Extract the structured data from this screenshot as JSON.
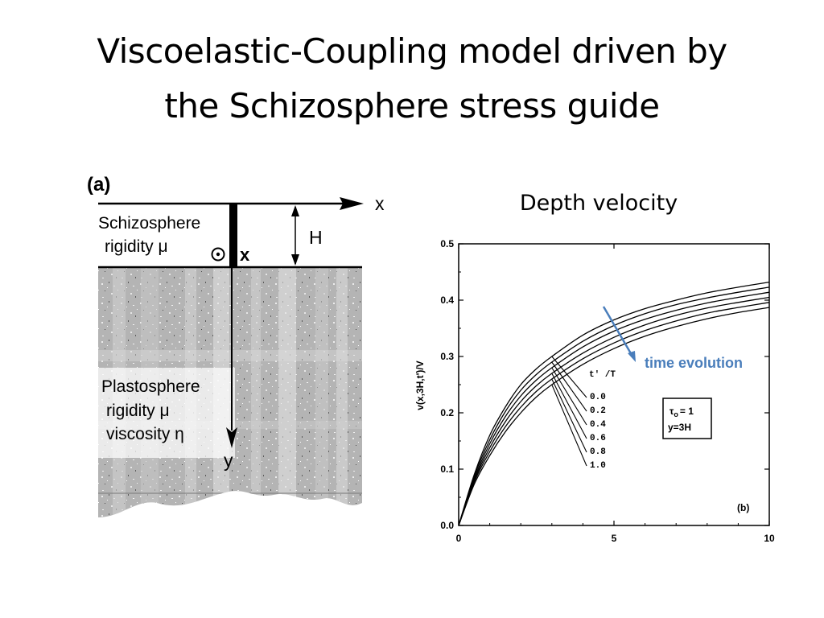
{
  "title": {
    "line1": "Viscoelastic-Coupling model driven by",
    "line2": "the Schizosphere stress guide"
  },
  "figure_a": {
    "panel_label": "(a)",
    "x_axis": "x",
    "y_axis": "y",
    "thickness_label": "H",
    "out_of_plane_label": "x",
    "schizosphere": {
      "name": "Schizosphere",
      "property": "rigidity μ"
    },
    "plastosphere": {
      "name": "Plastosphere",
      "properties": [
        "rigidity μ",
        "viscosity η"
      ]
    }
  },
  "chart_data": {
    "type": "line",
    "title": "Depth velocity",
    "ylabel": "v(x,3H,t')/V",
    "xlabel": "",
    "xlim": [
      0,
      10
    ],
    "ylim": [
      0,
      0.5
    ],
    "x_ticks": [
      "0",
      "5",
      "10"
    ],
    "y_ticks": [
      "0.0",
      "0.1",
      "0.2",
      "0.3",
      "0.4",
      "0.5"
    ],
    "grid": false,
    "legend_title": "t' /T",
    "x": [
      0,
      0.5,
      1,
      1.5,
      2,
      2.5,
      3,
      4,
      5,
      6,
      7,
      8,
      9,
      10
    ],
    "series": [
      {
        "name": "0.0",
        "values": [
          0,
          0.09,
          0.16,
          0.21,
          0.25,
          0.278,
          0.3,
          0.338,
          0.365,
          0.385,
          0.4,
          0.413,
          0.423,
          0.432
        ]
      },
      {
        "name": "0.2",
        "values": [
          0,
          0.087,
          0.152,
          0.202,
          0.24,
          0.268,
          0.29,
          0.327,
          0.355,
          0.376,
          0.392,
          0.404,
          0.414,
          0.423
        ]
      },
      {
        "name": "0.4",
        "values": [
          0,
          0.083,
          0.145,
          0.193,
          0.23,
          0.258,
          0.28,
          0.317,
          0.345,
          0.366,
          0.382,
          0.395,
          0.405,
          0.414
        ]
      },
      {
        "name": "0.6",
        "values": [
          0,
          0.08,
          0.138,
          0.184,
          0.22,
          0.248,
          0.27,
          0.306,
          0.334,
          0.356,
          0.373,
          0.386,
          0.396,
          0.405
        ]
      },
      {
        "name": "0.8",
        "values": [
          0,
          0.077,
          0.131,
          0.175,
          0.21,
          0.238,
          0.26,
          0.296,
          0.324,
          0.346,
          0.363,
          0.377,
          0.387,
          0.396
        ]
      },
      {
        "name": "1.0",
        "values": [
          0,
          0.073,
          0.124,
          0.166,
          0.2,
          0.228,
          0.25,
          0.286,
          0.314,
          0.336,
          0.353,
          0.367,
          0.378,
          0.387
        ]
      }
    ],
    "params_box": [
      "τ",
      "o",
      "= 1",
      "y=3H"
    ],
    "panel_label": "(b)",
    "annotation": {
      "text": "time evolution",
      "color": "#4a7ebb"
    }
  }
}
